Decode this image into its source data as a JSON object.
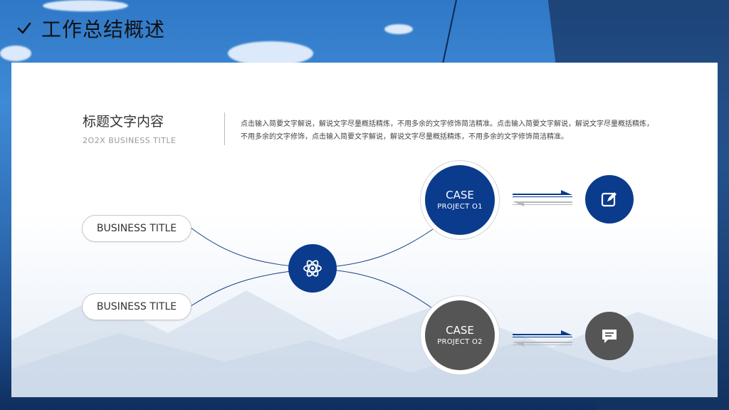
{
  "header": {
    "title": "工作总结概述"
  },
  "intro": {
    "title": "标题文字内容",
    "subtitle": "2O2X BUSINESS TITLE",
    "description": "点击输入简要文字解说，解说文字尽量概括精炼，不用多余的文字修饰简洁精准。点击输入简要文字解说，解说文字尽量概括精炼，不用多余的文字修饰，点击输入简要文字解说，解说文字尽量概括精炼，不用多余的文字修饰简洁精准。"
  },
  "diagram": {
    "left_items": [
      {
        "label": "BUSINESS TITLE"
      },
      {
        "label": "BUSINESS TITLE"
      }
    ],
    "hub_icon": "atom-icon",
    "cases": [
      {
        "label": "CASE",
        "sub": "PROJECT O1",
        "color": "#0b3b8c",
        "icon": "edit-icon"
      },
      {
        "label": "CASE",
        "sub": "PROJECT O2",
        "color": "#555555",
        "icon": "chat-icon"
      }
    ],
    "arrow_colors": {
      "primary": "#0b3b8c",
      "secondary": "#b5b8bd"
    }
  }
}
